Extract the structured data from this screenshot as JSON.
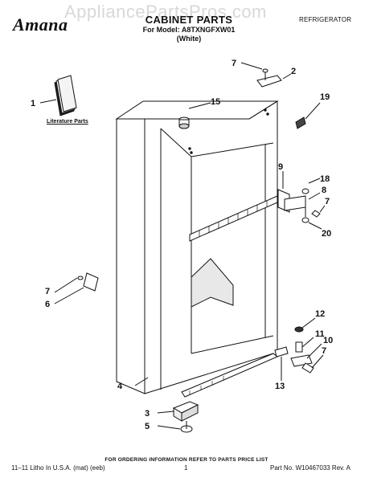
{
  "header": {
    "brand": "Amana",
    "watermark": "AppliancePartsPros.com",
    "title": "CABINET PARTS",
    "model_line": "For Model: A8TXNGFXW01",
    "color": "(White)",
    "category": "REFRIGERATOR"
  },
  "literature_label": "Literature Parts",
  "callouts": [
    "1",
    "2",
    "3",
    "4",
    "5",
    "6",
    "7",
    "7",
    "7",
    "7",
    "8",
    "9",
    "10",
    "11",
    "12",
    "13",
    "15",
    "18",
    "19",
    "20"
  ],
  "footer": {
    "note": "FOR ORDERING INFORMATION REFER TO PARTS PRICE LIST",
    "left": "11–11 Litho In U.S.A. (mat) (eeb)",
    "page": "1",
    "right": "Part No. W10467033 Rev. A"
  }
}
